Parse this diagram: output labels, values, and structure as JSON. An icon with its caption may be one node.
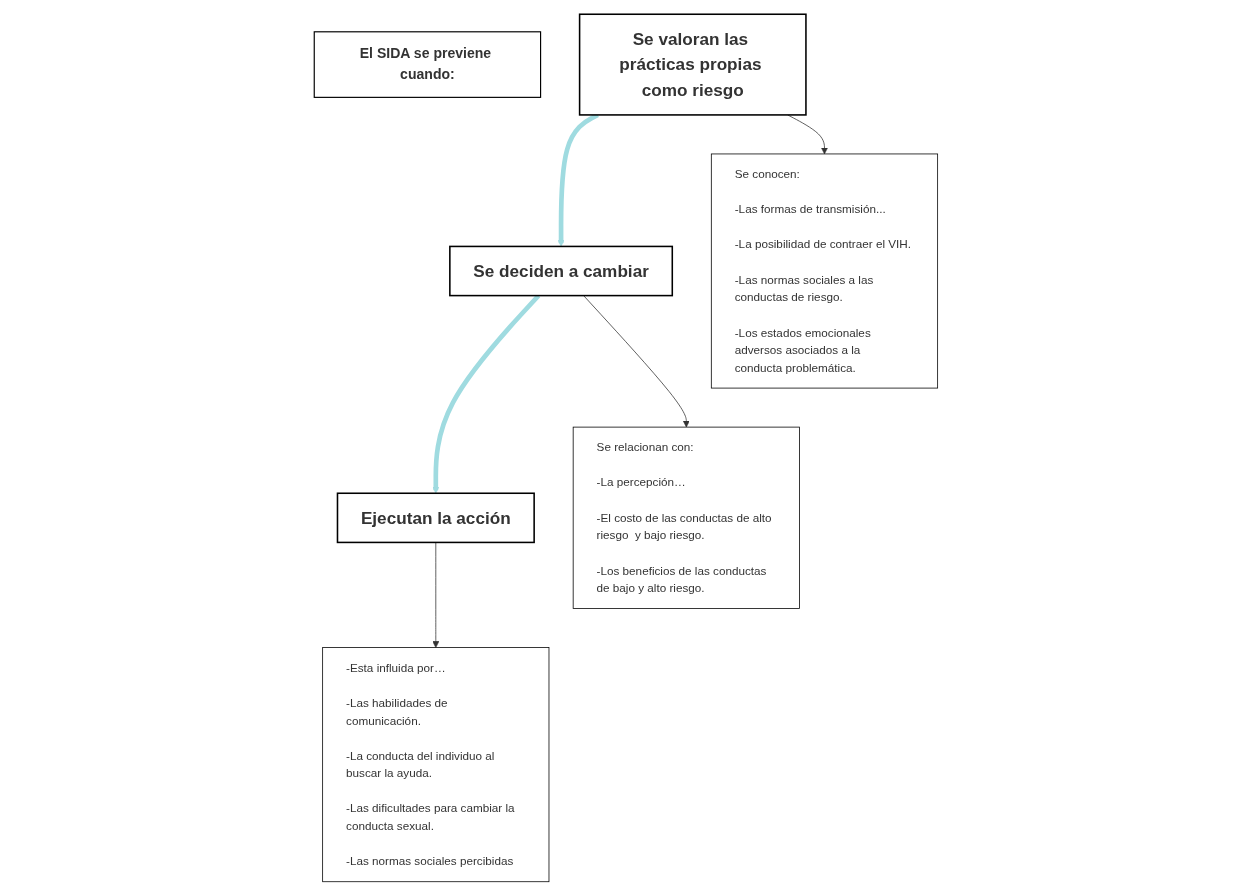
{
  "diagram": {
    "nodes": [
      {
        "text": [
          "El SIDA se previene cuando:"
        ]
      },
      {
        "text": [
          "Se valoran las prácticas propias como riesgo"
        ]
      },
      {
        "text": [
          "Se deciden a cambiar"
        ]
      },
      {
        "text": [
          "Ejecutan la acción"
        ]
      },
      {
        "text": [
          "Se conocen:",
          "-Las formas de transmisión...",
          "-La posibilidad de contraer el VIH.",
          "-Las normas sociales a las conductas de riesgo.",
          "-Los estados emocionales adversos asociados a la conducta problemática."
        ]
      },
      {
        "text": [
          "Se relacionan con:",
          "-La percepción…",
          "-El costo de las conductas de alto riesgo  y bajo riesgo.",
          "-Los beneficios de las conductas de bajo y alto riesgo."
        ]
      },
      {
        "text": [
          "-Esta influida por…",
          "-Las habilidades de comunicación.",
          "-La conducta del individuo al buscar la ayuda.",
          "-Las dificultades para cambiar la conducta sexual.",
          "-Las normas sociales percibidas"
        ]
      }
    ],
    "edges": [
      {
        "from": 1,
        "to": 2,
        "arrow": "to",
        "style": "thick",
        "color": "#9fdbe0"
      },
      {
        "from": 2,
        "to": 3,
        "arrow": "to",
        "style": "thick",
        "color": "#9fdbe0"
      },
      {
        "from": 1,
        "to": 4,
        "arrow": "to"
      },
      {
        "from": 2,
        "to": 5,
        "arrow": "to"
      },
      {
        "from": 3,
        "to": 6,
        "arrow": "to"
      }
    ]
  }
}
